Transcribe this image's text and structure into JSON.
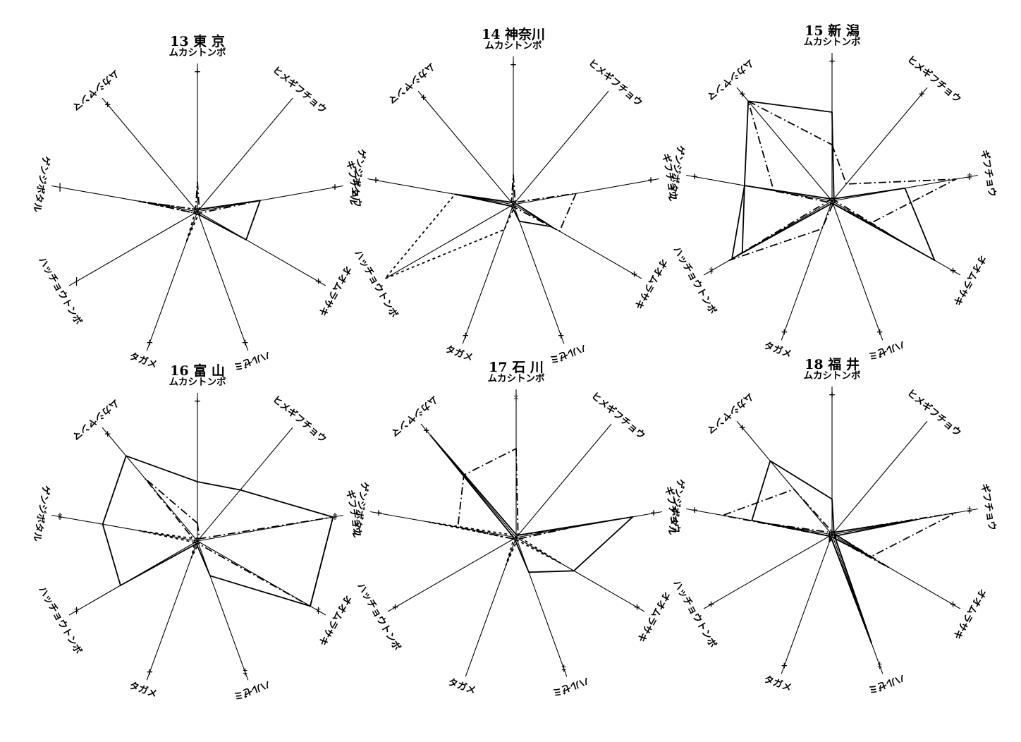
{
  "axes": [
    "ムカシトンボ",
    "ヒメギフチョウ",
    "ギフチョウ",
    "オオムラサキ",
    "ハルゼミ",
    "タガメ",
    "ハッチョウトンボ",
    "ゲンジボタル",
    "ムカシヤンマ"
  ],
  "colors": {
    "ink": "#000000",
    "background": "#ffffff"
  },
  "chart_data": [
    {
      "type": "radar",
      "title": "13 東 京",
      "axis_marks": [
        "+",
        "",
        "+",
        "+",
        "+",
        "+",
        "|",
        "|",
        "+"
      ],
      "series": [
        {
          "line_style": "solid",
          "values": [
            0.02,
            0.02,
            0.43,
            0.38,
            0.02,
            0.02,
            0.02,
            0.02,
            0.02
          ]
        },
        {
          "line_style": "dash-dot",
          "values": [
            0.2,
            0.02,
            0.43,
            0.02,
            0.02,
            0.02,
            0.02,
            0.4,
            0.02
          ]
        },
        {
          "line_style": "dashed",
          "values": [
            0.02,
            0.02,
            0.02,
            0.02,
            0.02,
            0.22,
            0.02,
            0.4,
            0.02
          ]
        }
      ]
    },
    {
      "type": "radar",
      "title": "14 神奈川",
      "axis_marks": [
        "+",
        "",
        "+",
        "+",
        "+",
        "+",
        "",
        "+",
        "+"
      ],
      "series": [
        {
          "line_style": "solid",
          "values": [
            0.02,
            0.02,
            0.02,
            0.3,
            0.12,
            0.02,
            0.02,
            0.4,
            0.02
          ]
        },
        {
          "line_style": "dash-dot",
          "values": [
            0.2,
            0.02,
            0.43,
            0.36,
            0.02,
            0.02,
            0.02,
            0.4,
            0.02
          ]
        },
        {
          "line_style": "dashed",
          "values": [
            0.02,
            0.02,
            0.02,
            0.02,
            0.02,
            0.18,
            1.0,
            0.4,
            0.02
          ]
        }
      ]
    },
    {
      "type": "radar",
      "title": "15 新 潟",
      "axis_marks": [
        "+",
        "+",
        "‡",
        "+",
        "+",
        "+",
        "‡",
        "+",
        "+"
      ],
      "series": [
        {
          "line_style": "solid",
          "values": [
            0.6,
            0.02,
            0.02,
            0.02,
            0.02,
            0.02,
            0.78,
            0.6,
            0.88
          ]
        },
        {
          "line_style": "solid",
          "values": [
            0.02,
            0.02,
            0.5,
            0.8,
            0.02,
            0.02,
            0.7,
            0.6,
            0.02
          ]
        },
        {
          "line_style": "dash-dot",
          "values": [
            0.38,
            0.15,
            0.85,
            0.3,
            0.02,
            0.02,
            0.02,
            0.4,
            0.88
          ]
        },
        {
          "line_style": "dash-dot",
          "values": [
            0.02,
            0.02,
            0.02,
            0.45,
            0.02,
            0.2,
            0.8,
            0.02,
            0.02
          ]
        }
      ]
    },
    {
      "type": "radar",
      "title": "16 富 山",
      "axis_marks": [
        "+",
        "",
        "‡",
        "‡",
        "‡",
        "+",
        "‡",
        "‡",
        "+"
      ],
      "series": [
        {
          "line_style": "solid",
          "values": [
            0.4,
            0.45,
            0.93,
            0.88,
            0.25,
            0.02,
            0.6,
            0.65,
            0.75
          ]
        },
        {
          "line_style": "dash-dot",
          "values": [
            0.12,
            0.02,
            0.93,
            0.88,
            0.02,
            0.02,
            0.02,
            0.02,
            0.55
          ]
        },
        {
          "line_style": "dashed",
          "values": [
            0.02,
            0.02,
            0.02,
            0.02,
            0.02,
            0.12,
            0.02,
            0.4,
            0.02
          ]
        }
      ]
    },
    {
      "type": "radar",
      "title": "17 石 川",
      "axis_marks": [
        "‡",
        "",
        "+",
        "+",
        "‡",
        "",
        "+",
        "+",
        "+"
      ],
      "series": [
        {
          "line_style": "solid",
          "values": [
            0.02,
            0.02,
            0.8,
            0.45,
            0.25,
            0.02,
            0.02,
            0.02,
            0.9
          ]
        },
        {
          "line_style": "dash-dot",
          "values": [
            0.6,
            0.02,
            0.35,
            0.02,
            0.02,
            0.02,
            0.02,
            0.4,
            0.55
          ]
        },
        {
          "line_style": "dashed",
          "values": [
            0.02,
            0.02,
            0.02,
            0.35,
            0.02,
            0.2,
            0.02,
            0.6,
            0.02
          ]
        }
      ]
    },
    {
      "type": "radar",
      "title": "18 福 井",
      "axis_marks": [
        "+",
        "",
        "‡",
        "+",
        "‡",
        "+",
        "+",
        "+",
        "+"
      ],
      "series": [
        {
          "line_style": "solid",
          "values": [
            0.24,
            0.02,
            0.58,
            0.02,
            0.78,
            0.02,
            0.02,
            0.55,
            0.65
          ]
        },
        {
          "line_style": "solid",
          "values": [
            0.02,
            0.02,
            0.02,
            0.3,
            0.02,
            0.02,
            0.02,
            0.02,
            0.02
          ]
        },
        {
          "line_style": "dash-dot",
          "values": [
            0.02,
            0.02,
            0.85,
            0.3,
            0.02,
            0.05,
            0.02,
            0.75,
            0.4
          ]
        },
        {
          "line_style": "dash-dot",
          "values": [
            0.02,
            0.02,
            0.02,
            0.45,
            0.02,
            0.02,
            0.02,
            0.4,
            0.02
          ]
        },
        {
          "line_style": "solid",
          "values": [
            0.02,
            0.02,
            0.02,
            0.02,
            0.78,
            0.02,
            0.02,
            0.02,
            0.02
          ]
        }
      ]
    }
  ]
}
